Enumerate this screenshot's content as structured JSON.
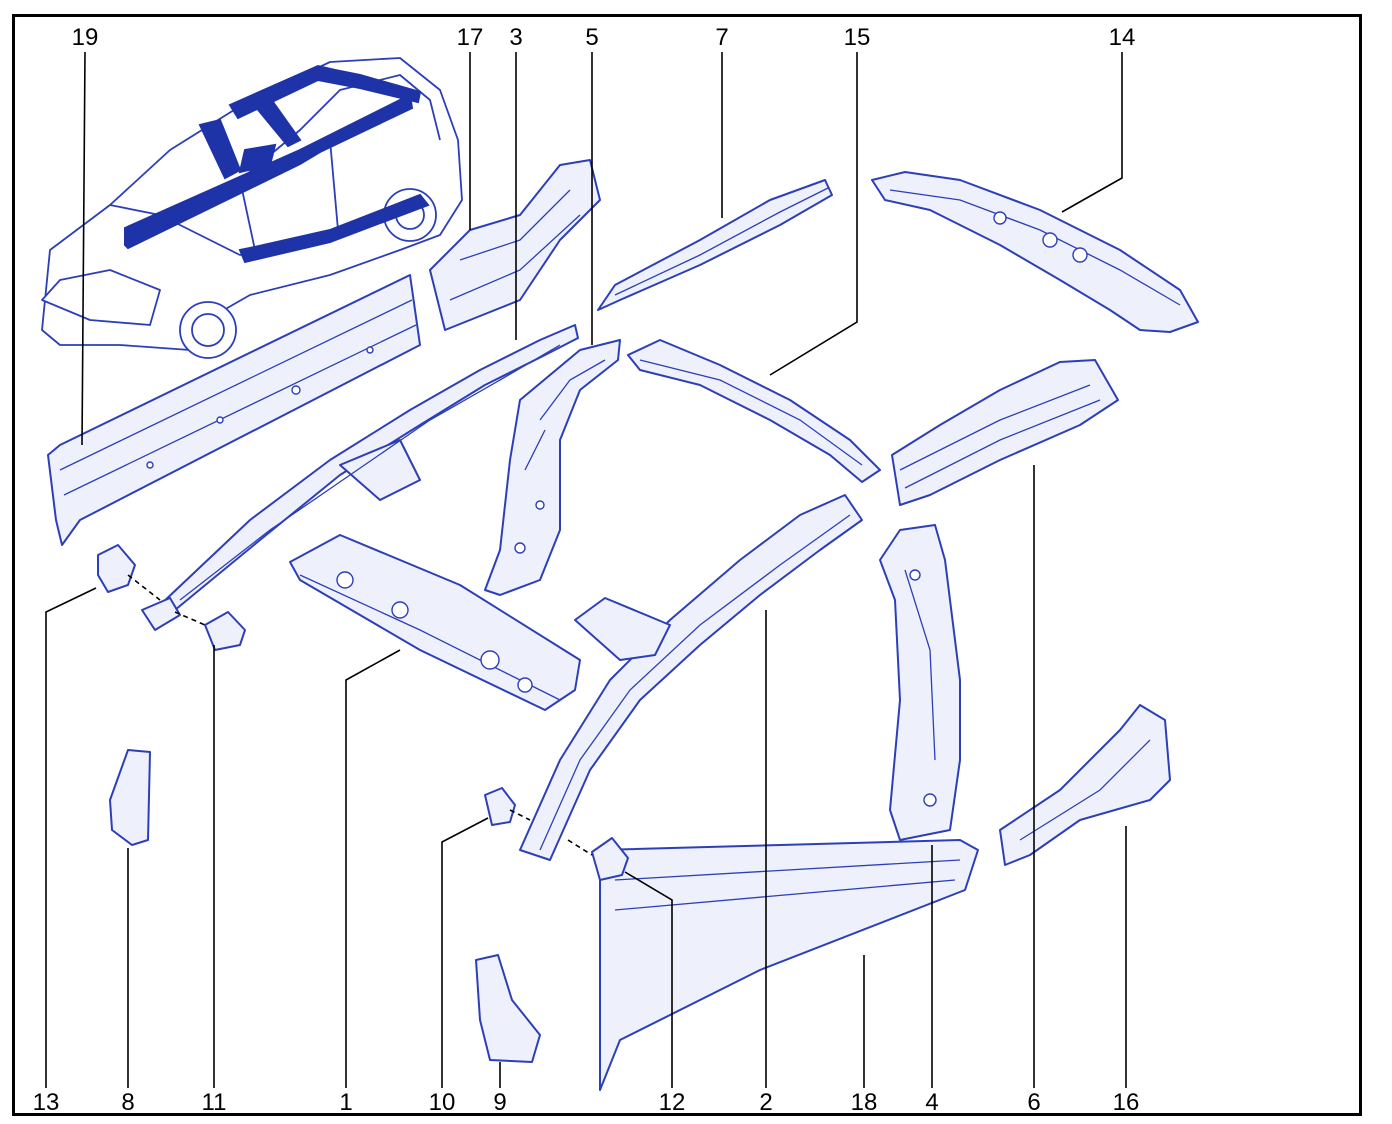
{
  "diagram": {
    "accent_color": "#2c3fb8",
    "callouts": [
      {
        "id": "19",
        "label": "19"
      },
      {
        "id": "17",
        "label": "17"
      },
      {
        "id": "3",
        "label": "3"
      },
      {
        "id": "5",
        "label": "5"
      },
      {
        "id": "7",
        "label": "7"
      },
      {
        "id": "15",
        "label": "15"
      },
      {
        "id": "14",
        "label": "14"
      },
      {
        "id": "13",
        "label": "13"
      },
      {
        "id": "8",
        "label": "8"
      },
      {
        "id": "11",
        "label": "11"
      },
      {
        "id": "1",
        "label": "1"
      },
      {
        "id": "10",
        "label": "10"
      },
      {
        "id": "9",
        "label": "9"
      },
      {
        "id": "12",
        "label": "12"
      },
      {
        "id": "2",
        "label": "2"
      },
      {
        "id": "18",
        "label": "18"
      },
      {
        "id": "4",
        "label": "4"
      },
      {
        "id": "6",
        "label": "6"
      },
      {
        "id": "16",
        "label": "16"
      }
    ]
  }
}
